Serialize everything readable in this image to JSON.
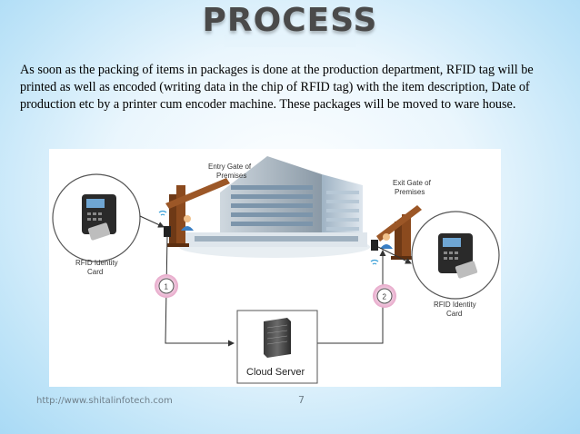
{
  "slide": {
    "title": "PROCESS",
    "body": "As soon as the packing of items in packages is done at the production department, RFID tag will be printed as well as encoded (writing data in the chip of RFID tag) with the item description, Date of production etc by a printer cum encoder machine. These packages will be moved to ware house.",
    "footer_url": "http://www.shitalinfotech.com",
    "page_number": "7"
  },
  "diagram": {
    "entry_gate": [
      "Entry Gate of",
      "Premises"
    ],
    "exit_gate": [
      "Exit Gate of",
      "Premises"
    ],
    "left_reader": [
      "RFID Identity",
      "Card"
    ],
    "right_reader": [
      "RFID Identity",
      "Card"
    ],
    "step1": "1",
    "step2": "2",
    "server_label": "Cloud Server"
  }
}
